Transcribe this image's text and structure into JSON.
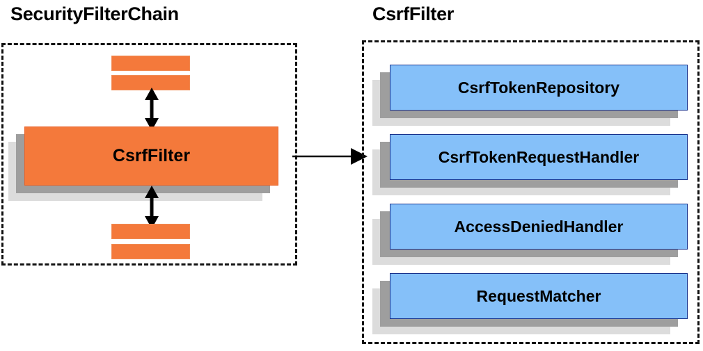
{
  "diagram": {
    "title_left": "SecurityFilterChain",
    "title_right": "CsrfFilter",
    "colors": {
      "orange_fill": "#f4793b",
      "orange_border": "#e8632a",
      "blue_fill": "#85c0f9",
      "blue_border": "#16308c",
      "shadow_mid": "#9e9e9e",
      "shadow_back": "#dcdcdc",
      "dash_border": "#111111",
      "arrow": "#000000"
    }
  },
  "left_panel": {
    "filter_label": "CsrfFilter",
    "chain_slots_above": [
      "",
      ""
    ],
    "chain_slots_below": [
      "",
      ""
    ]
  },
  "right_panel": {
    "collaborators": [
      {
        "label": "CsrfTokenRepository"
      },
      {
        "label": "CsrfTokenRequestHandler"
      },
      {
        "label": "AccessDeniedHandler"
      },
      {
        "label": "RequestMatcher"
      }
    ]
  },
  "connectors": {
    "up_down_top": "bidirectional-vertical-arrow",
    "up_down_bottom": "bidirectional-vertical-arrow",
    "cross_panel": "right-arrow"
  }
}
